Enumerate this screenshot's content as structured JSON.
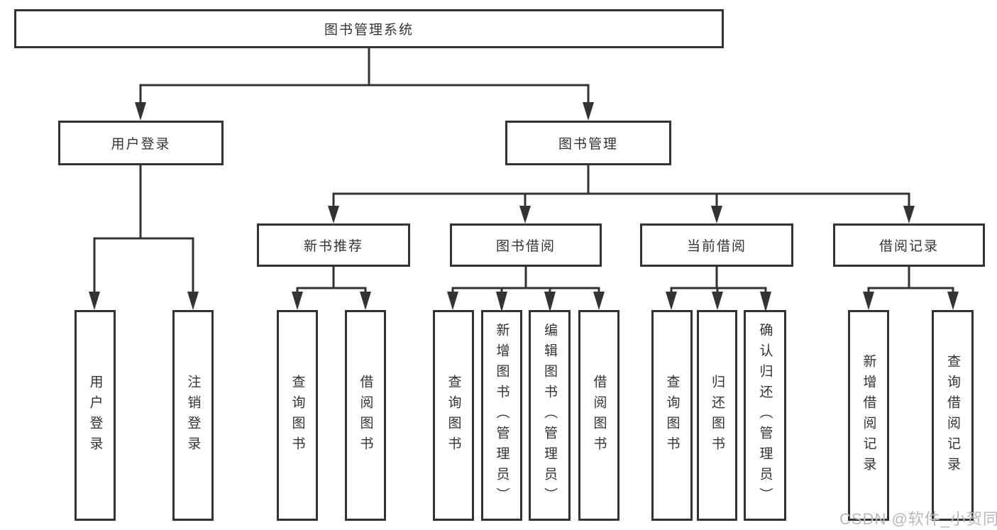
{
  "diagram": {
    "root": {
      "label": "图书管理系统"
    },
    "level2": [
      {
        "label": "用户登录"
      },
      {
        "label": "图书管理"
      }
    ],
    "level3": [
      {
        "label": "新书推荐",
        "parent": "图书管理"
      },
      {
        "label": "图书借阅",
        "parent": "图书管理"
      },
      {
        "label": "当前借阅",
        "parent": "图书管理"
      },
      {
        "label": "借阅记录",
        "parent": "图书管理"
      }
    ],
    "leaves": [
      {
        "label": "用户登录",
        "parent": "用户登录"
      },
      {
        "label": "注销登录",
        "parent": "用户登录"
      },
      {
        "label": "查询图书",
        "parent": "新书推荐"
      },
      {
        "label": "借阅图书",
        "parent": "新书推荐"
      },
      {
        "label": "查询图书",
        "parent": "图书借阅"
      },
      {
        "label": "新增图书（管理员）",
        "parent": "图书借阅"
      },
      {
        "label": "编辑图书（管理员）",
        "parent": "图书借阅"
      },
      {
        "label": "借阅图书",
        "parent": "图书借阅"
      },
      {
        "label": "查询图书",
        "parent": "当前借阅"
      },
      {
        "label": "归还图书",
        "parent": "当前借阅"
      },
      {
        "label": "确认归还（管理员）",
        "parent": "当前借阅"
      },
      {
        "label": "新增借阅记录",
        "parent": "借阅记录"
      },
      {
        "label": "查询借阅记录",
        "parent": "借阅记录"
      }
    ]
  },
  "watermark": {
    "text": "CSDN @软件_小贺同学"
  },
  "colors": {
    "line": "#333333",
    "text": "#333333",
    "watermark": "#b8b8b8",
    "background": "#ffffff"
  }
}
